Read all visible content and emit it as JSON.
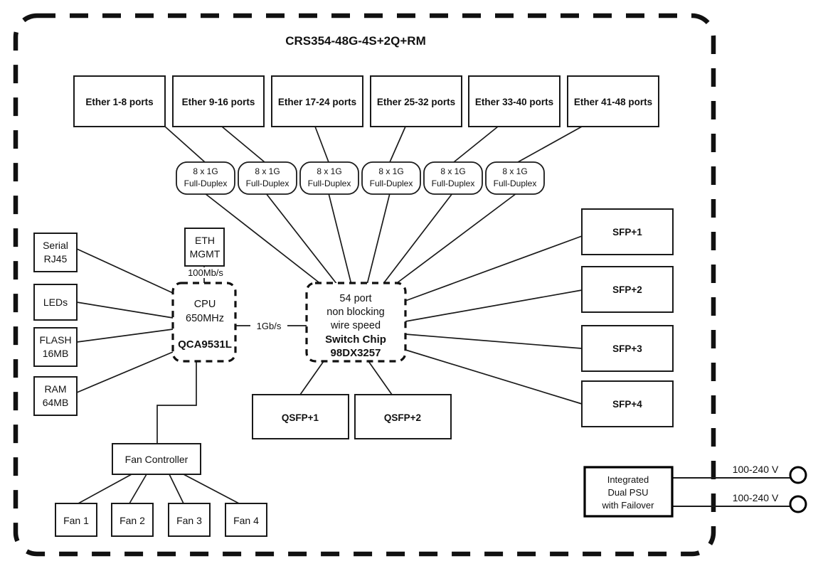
{
  "diagram": {
    "title": "CRS354-48G-4S+2Q+RM",
    "ether_groups": [
      {
        "label": "Ether 1-8 ports"
      },
      {
        "label": "Ether 9-16 ports"
      },
      {
        "label": "Ether 17-24 ports"
      },
      {
        "label": "Ether 25-32 ports"
      },
      {
        "label": "Ether 33-40 ports"
      },
      {
        "label": "Ether 41-48 ports"
      }
    ],
    "link_pills": [
      {
        "line1": "8 x 1G",
        "line2": "Full-Duplex"
      },
      {
        "line1": "8 x 1G",
        "line2": "Full-Duplex"
      },
      {
        "line1": "8 x 1G",
        "line2": "Full-Duplex"
      },
      {
        "line1": "8 x 1G",
        "line2": "Full-Duplex"
      },
      {
        "line1": "8 x 1G",
        "line2": "Full-Duplex"
      },
      {
        "line1": "8 x 1G",
        "line2": "Full-Duplex"
      }
    ],
    "peripherals": [
      {
        "line1": "Serial",
        "line2": "RJ45"
      },
      {
        "line1": "LEDs",
        "line2": ""
      },
      {
        "line1": "FLASH",
        "line2": "16MB"
      },
      {
        "line1": "RAM",
        "line2": "64MB"
      }
    ],
    "eth_mgmt": {
      "line1": "ETH",
      "line2": "MGMT",
      "speed": "100Mb/s"
    },
    "cpu": {
      "line1": "CPU",
      "line2": "650MHz",
      "model": "QCA9531L"
    },
    "cpu_switch_link": {
      "speed": "1Gb/s"
    },
    "switch_chip": {
      "line1": "54 port",
      "line2": "non blocking",
      "line3": "wire speed",
      "line4": "Switch Chip",
      "line5": "98DX3257"
    },
    "sfp_ports": [
      {
        "label": "SFP+1"
      },
      {
        "label": "SFP+2"
      },
      {
        "label": "SFP+3"
      },
      {
        "label": "SFP+4"
      }
    ],
    "qsfp_ports": [
      {
        "label": "QSFP+1"
      },
      {
        "label": "QSFP+2"
      }
    ],
    "fan_controller": {
      "label": "Fan Controller"
    },
    "fans": [
      {
        "label": "Fan 1"
      },
      {
        "label": "Fan 2"
      },
      {
        "label": "Fan 3"
      },
      {
        "label": "Fan 4"
      }
    ],
    "psu": {
      "line1": "Integrated",
      "line2": "Dual PSU",
      "line3": "with Failover",
      "inputs": [
        {
          "label": "100-240 V"
        },
        {
          "label": "100-240 V"
        }
      ]
    },
    "colors": {
      "stroke": "#111111",
      "background": "#ffffff"
    }
  }
}
